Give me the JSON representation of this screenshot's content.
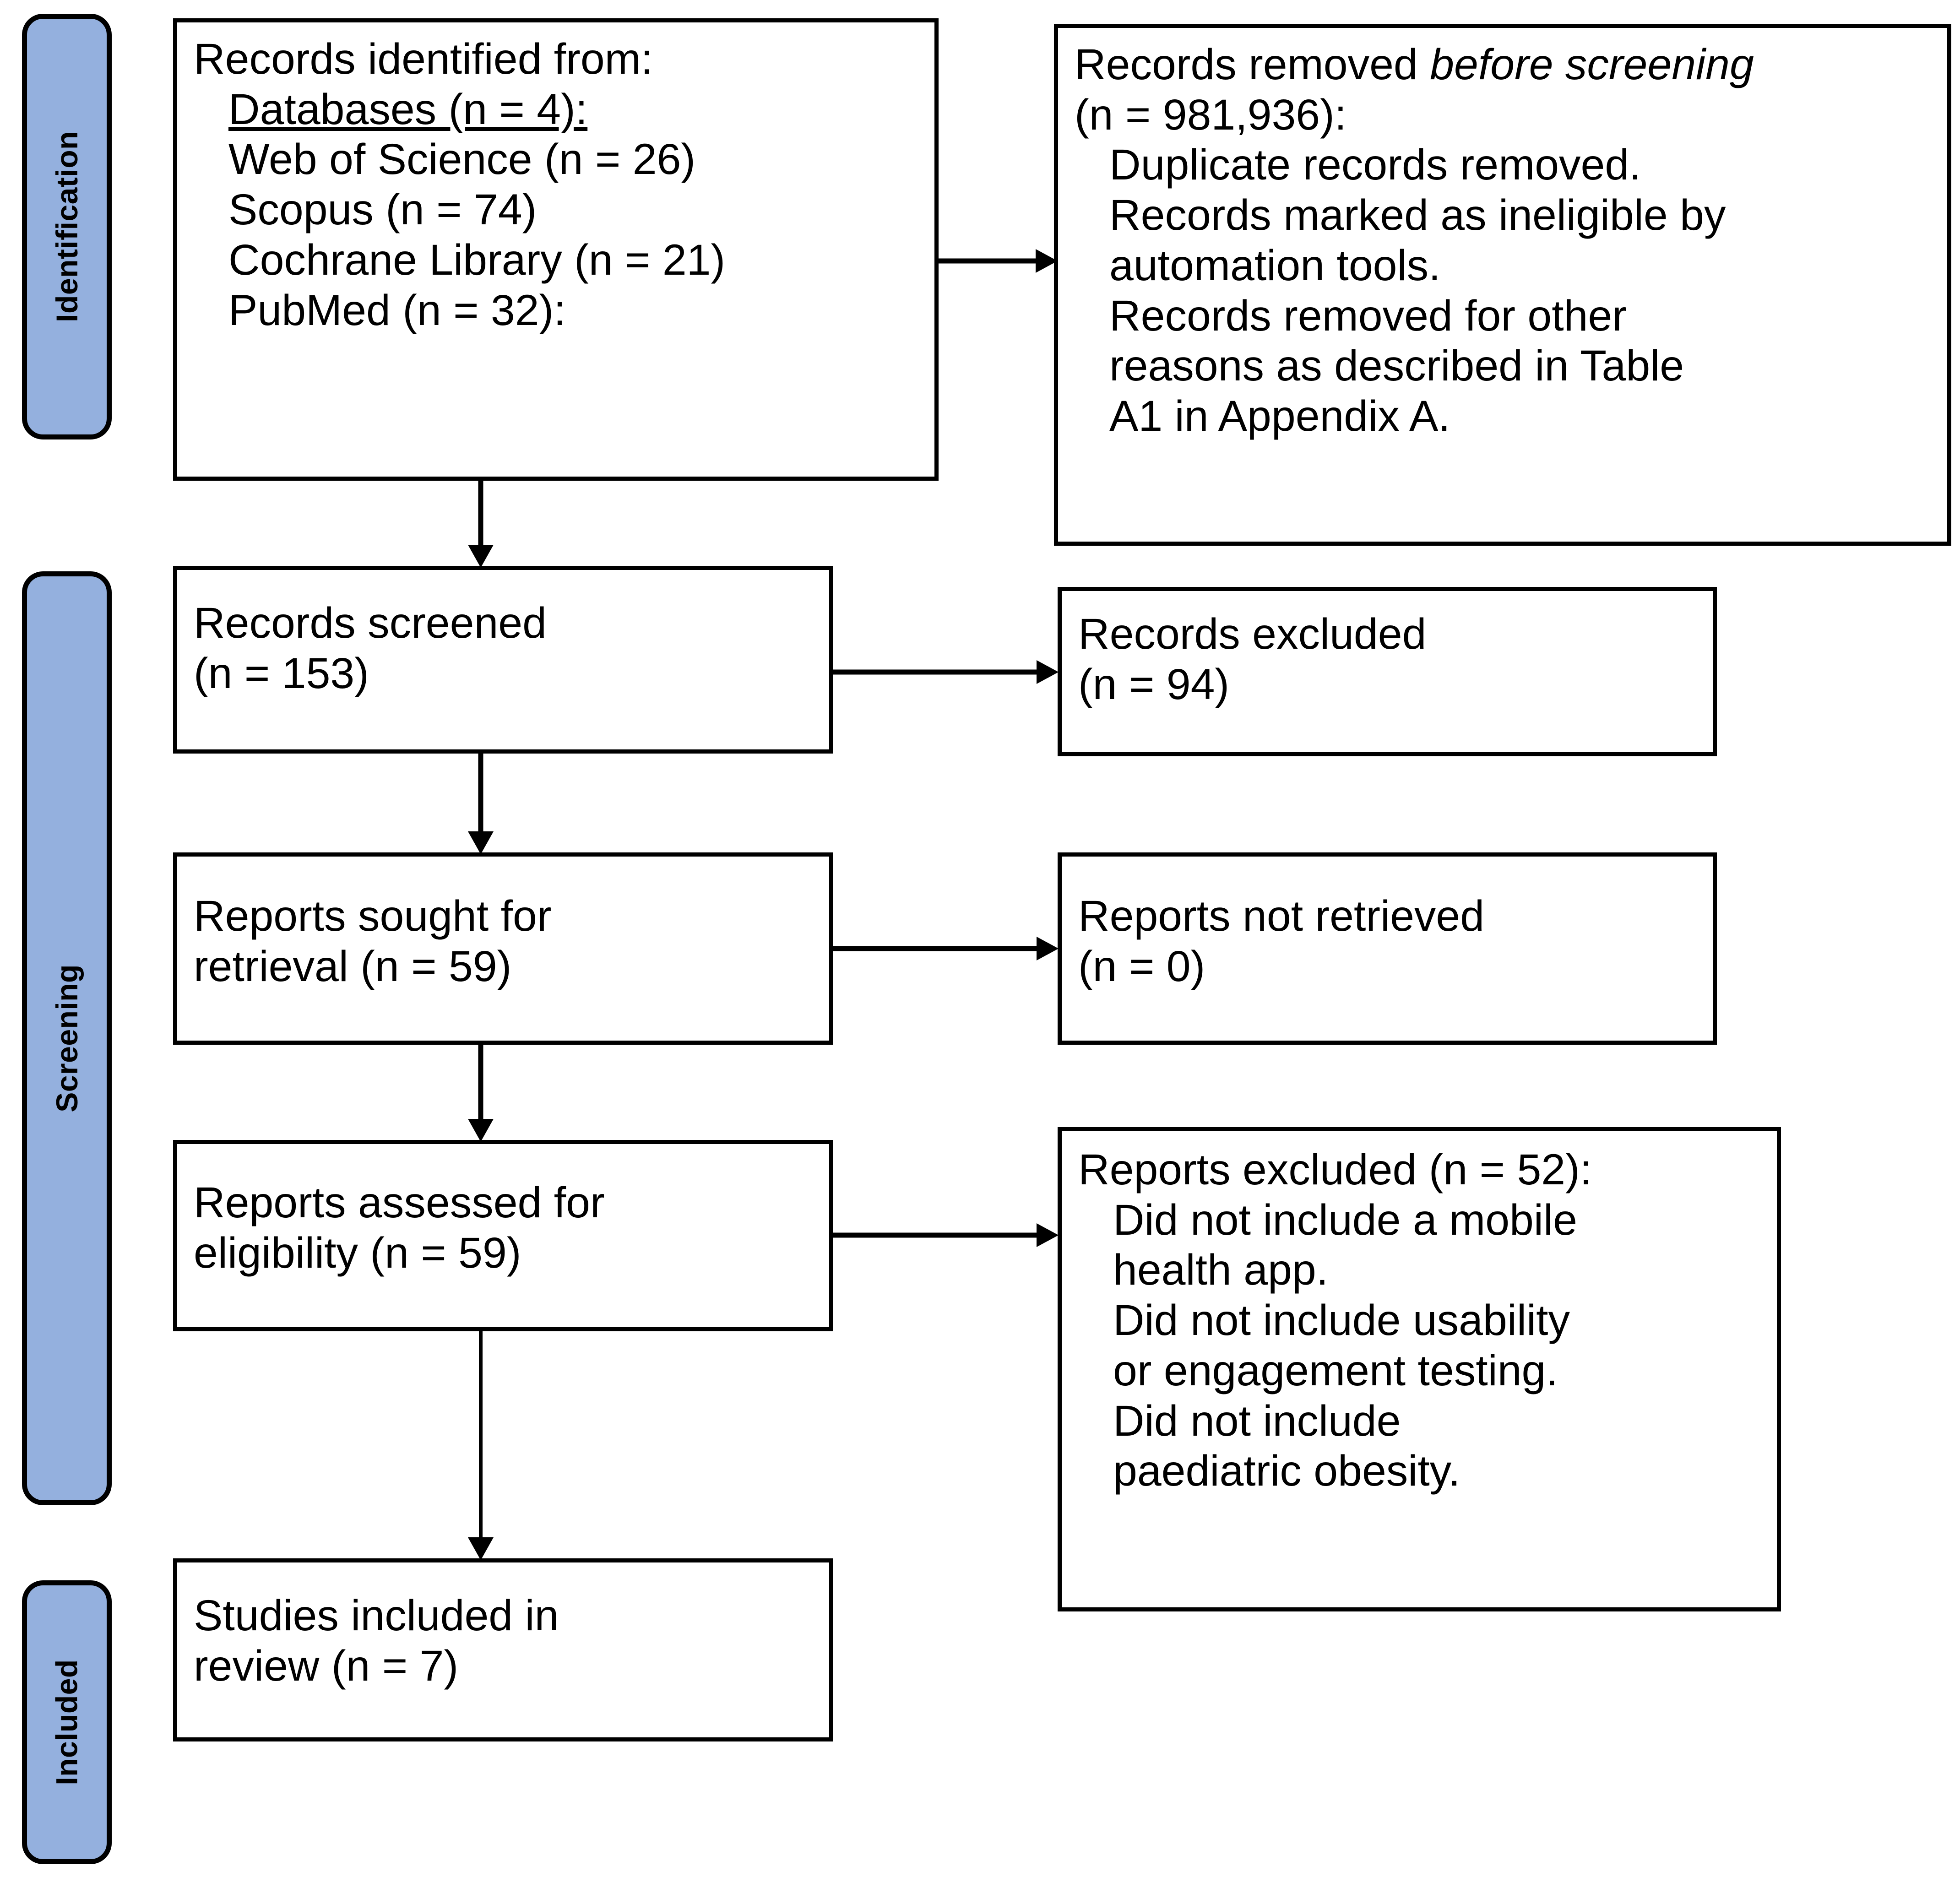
{
  "diagram": {
    "type": "prisma-flow-diagram",
    "phases": [
      {
        "id": "identification",
        "label": "Identification"
      },
      {
        "id": "screening",
        "label": "Screening"
      },
      {
        "id": "included",
        "label": "Included"
      }
    ],
    "boxes": {
      "records_identified": {
        "title": "Records identified from:",
        "lines": [
          "Records identified from:",
          "Databases (n = 4):",
          "Web of Science (n = 26)",
          "Scopus (n = 74)",
          "Cochrane Library (n = 21)",
          "PubMed (n = 32):"
        ]
      },
      "records_removed": {
        "line_1_prefix": "Records removed ",
        "line_1_italic": "before screening",
        "lines": [
          "(n = 981,936):",
          "Duplicate records removed.",
          "Records marked as ineligible by",
          "automation tools.",
          "Records removed for other",
          "reasons as described in Table",
          "A1 in Appendix A."
        ]
      },
      "records_screened": {
        "lines": [
          "Records screened",
          "(n = 153)"
        ]
      },
      "records_excluded": {
        "lines": [
          "Records excluded",
          "(n = 94)"
        ]
      },
      "reports_sought": {
        "lines": [
          "Reports sought for",
          "retrieval (n = 59)"
        ]
      },
      "reports_not_retrieved": {
        "lines": [
          "Reports not retrieved",
          "(n = 0)"
        ]
      },
      "reports_assessed": {
        "lines": [
          "Reports assessed for",
          "eligibility (n = 59)"
        ]
      },
      "reports_excluded": {
        "lines": [
          "Reports excluded (n = 52):",
          "Did not include a mobile",
          "health app.",
          "Did not include usability",
          "or engagement testing.",
          "Did not include",
          "paediatric obesity."
        ]
      },
      "studies_included": {
        "lines": [
          "Studies included in",
          "review (n = 7)"
        ]
      }
    },
    "counts": {
      "databases": 4,
      "web_of_science": 26,
      "scopus": 74,
      "cochrane_library": 21,
      "pubmed": 32,
      "records_removed_before_screening": 981936,
      "records_screened": 153,
      "records_excluded": 94,
      "reports_sought_for_retrieval": 59,
      "reports_not_retrieved": 0,
      "reports_assessed_for_eligibility": 59,
      "reports_excluded": 52,
      "studies_included_in_review": 7
    },
    "colors": {
      "phase_bar_fill": "#94B0DE",
      "stroke": "#000000",
      "box_fill": "#FFFFFF"
    }
  }
}
